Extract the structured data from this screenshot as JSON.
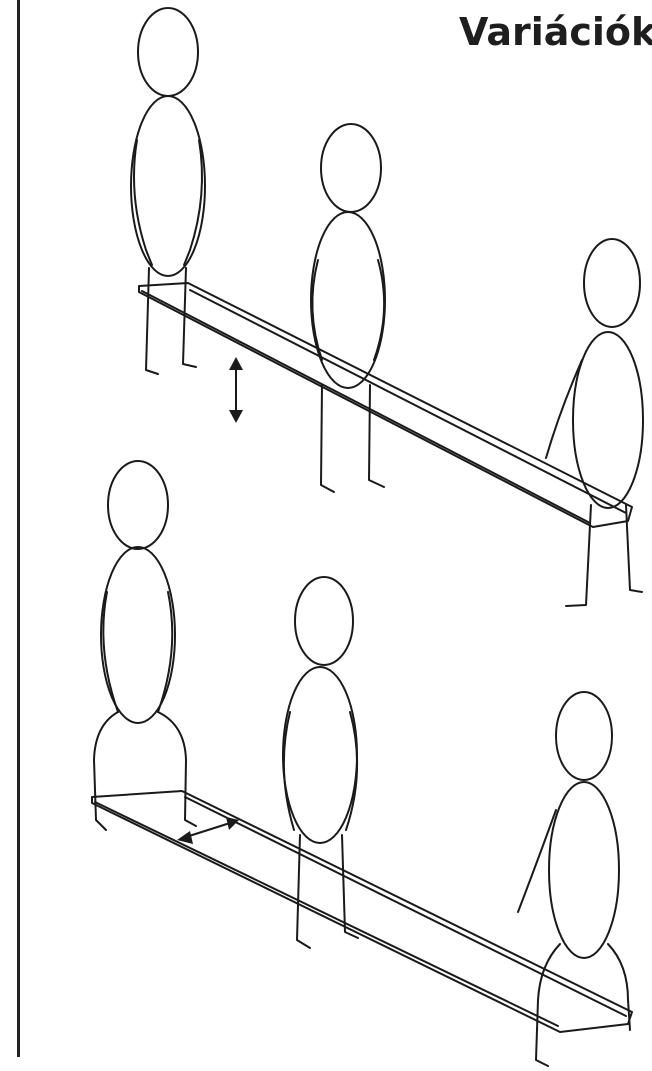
{
  "heading": "Variációk",
  "colors": {
    "ink": "#1a1a1a",
    "background": "#ffffff",
    "rule": "#222222"
  },
  "scenes": [
    {
      "figures": 3,
      "arrow_icon": "vertical-double-arrow-icon"
    },
    {
      "figures": 3,
      "arrow_icon": "diagonal-double-arrow-icon"
    }
  ]
}
